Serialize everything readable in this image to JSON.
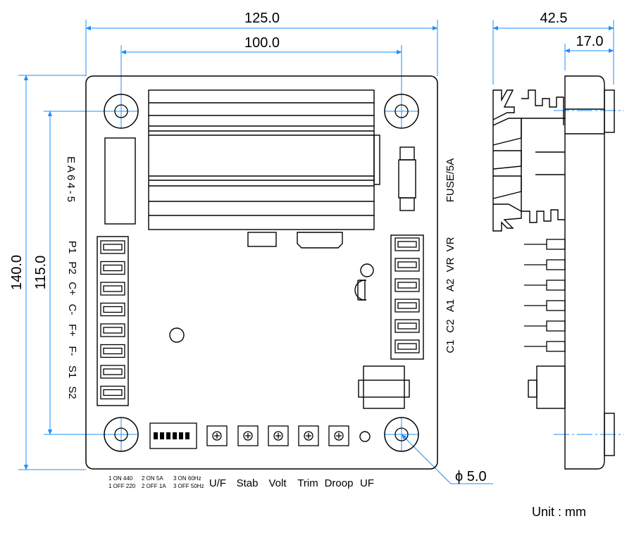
{
  "colors": {
    "line": "#000000",
    "dimension": "#1e90ff",
    "background": "#ffffff"
  },
  "dimensions": {
    "width_total": "125.0",
    "width_holes": "100.0",
    "height_total": "140.0",
    "height_holes": "115.0",
    "side_depth_total": "42.5",
    "side_depth_part": "17.0",
    "hole_diameter": "ϕ 5.0"
  },
  "model": "EA64-5",
  "fuse_label": "FUSE/5A",
  "left_terminals": [
    "P1",
    "P2",
    "C+",
    "C-",
    "F+",
    "F-",
    "S1",
    "S2"
  ],
  "right_terminals": [
    "VR",
    "VR",
    "A2",
    "A1",
    "C2",
    "C1"
  ],
  "dip_switch_notes": [
    {
      "on": "1 ON 440",
      "off": "1 OFF 220"
    },
    {
      "on": "2 ON 5A",
      "off": "2 OFF 1A"
    },
    {
      "on": "3 ON 60Hz",
      "off": "3 OFF 50Hz"
    }
  ],
  "pot_labels": [
    "U/F",
    "Stab",
    "Volt",
    "Trim",
    "Droop",
    "UF"
  ],
  "unit_label": "Unit : mm"
}
